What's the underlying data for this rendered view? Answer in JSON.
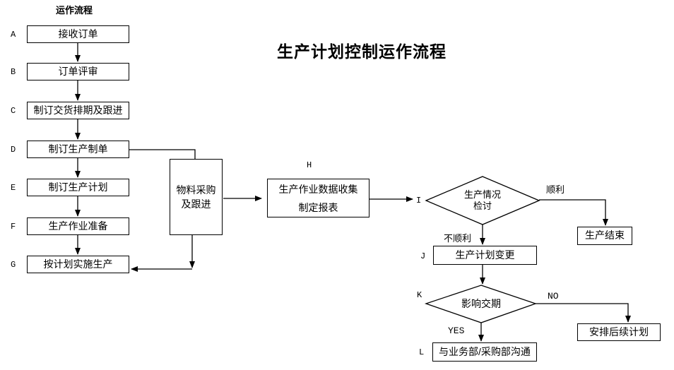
{
  "diagram": {
    "title": "生产计划控制运作流程",
    "lane_title": "运作流程",
    "steps": [
      {
        "id": "A",
        "label": "接收订单"
      },
      {
        "id": "B",
        "label": "订单评审"
      },
      {
        "id": "C",
        "label": "制订交货排期及跟进"
      },
      {
        "id": "D",
        "label": "制订生产制单"
      },
      {
        "id": "E",
        "label": "制订生产计划"
      },
      {
        "id": "F",
        "label": "生产作业准备"
      },
      {
        "id": "G",
        "label": "按计划实施生产"
      }
    ],
    "material_box": {
      "line1": "物料采购",
      "line2": "及跟进"
    },
    "data_collection": {
      "id": "H",
      "line1": "生产作业数据收集",
      "line2": "制定报表"
    },
    "review_decision": {
      "id": "I",
      "line1": "生产情况",
      "line2": "检讨"
    },
    "production_end": {
      "label": "生产结束"
    },
    "plan_change": {
      "id": "J",
      "label": "生产计划变更"
    },
    "delivery_decision": {
      "id": "K",
      "label": "影响交期"
    },
    "followup_plan": {
      "label": "安排后续计划"
    },
    "communicate": {
      "id": "L",
      "label": "与业务部/采购部沟通"
    },
    "edge_labels": {
      "smooth": "顺利",
      "not_smooth": "不顺利",
      "yes": "YES",
      "no": "NO"
    }
  }
}
